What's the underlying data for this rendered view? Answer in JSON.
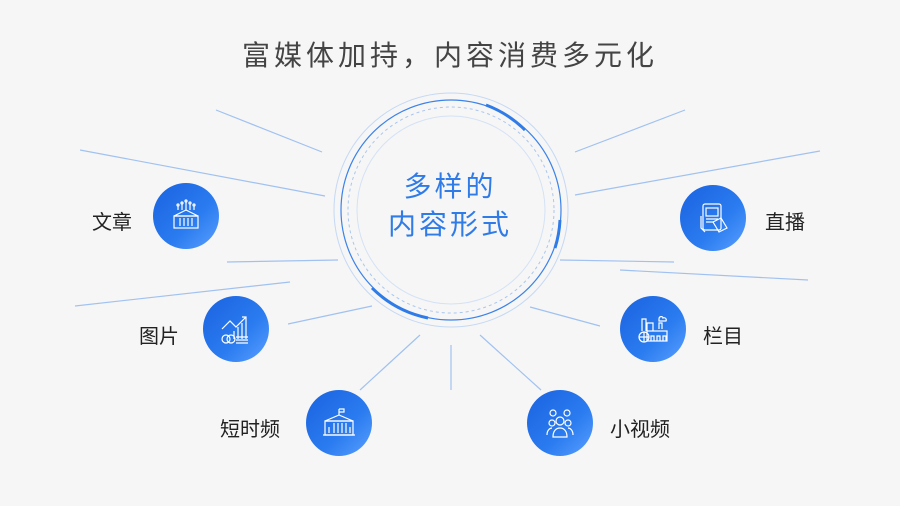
{
  "title": "富媒体加持，内容消费多元化",
  "center": {
    "line1": "多样的",
    "line2": "内容形式"
  },
  "colors": {
    "accent": "#2f7be8",
    "node": "#1f6ee6",
    "background": "#f6f6f6"
  },
  "nodes": [
    {
      "label": "文章",
      "icon": "digital-building-icon"
    },
    {
      "label": "图片",
      "icon": "growth-chart-icon"
    },
    {
      "label": "短时频",
      "icon": "government-building-icon"
    },
    {
      "label": "直播",
      "icon": "tablet-hand-icon"
    },
    {
      "label": "栏目",
      "icon": "factory-globe-icon"
    },
    {
      "label": "小视频",
      "icon": "people-group-icon"
    }
  ]
}
